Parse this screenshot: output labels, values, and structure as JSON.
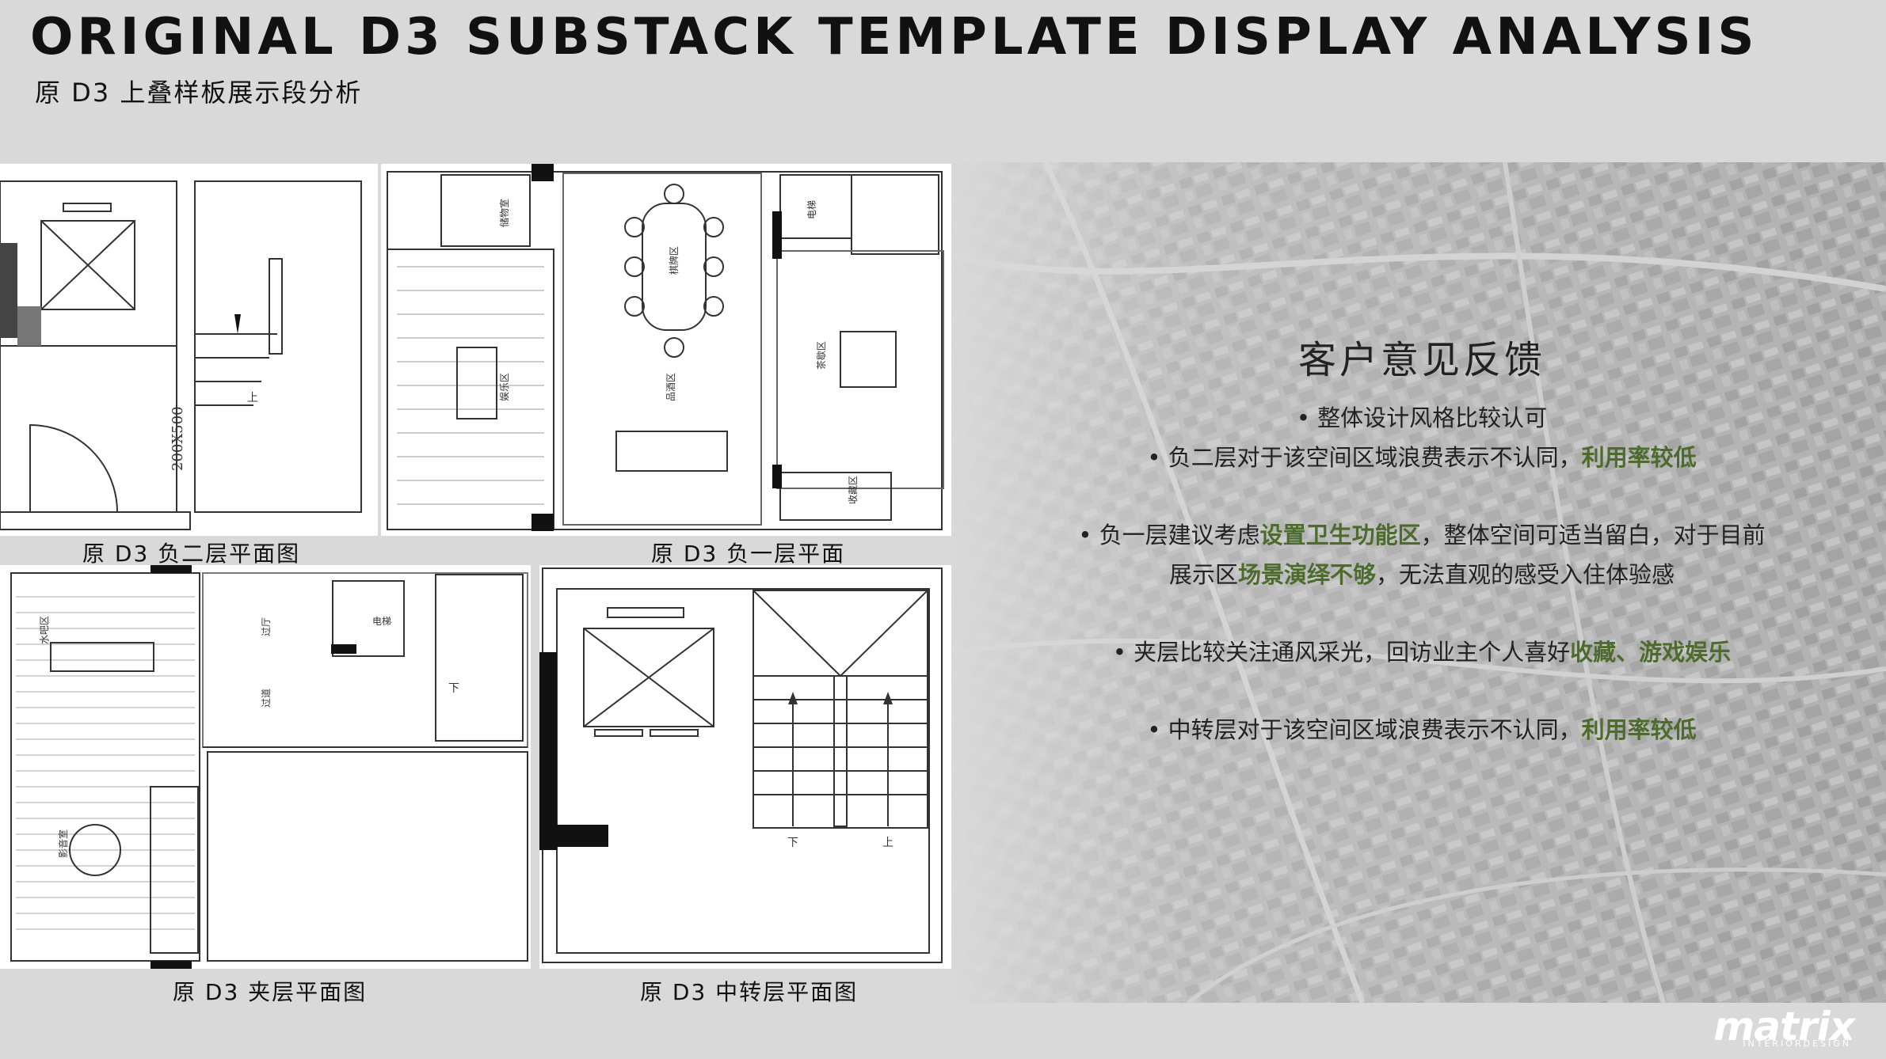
{
  "header": {
    "title_en": "ORIGINAL D3 SUBSTACK TEMPLATE DISPLAY ANALYSIS",
    "title_cn": "原 D3 上叠样板展示段分析"
  },
  "plans": [
    {
      "caption": "原 D3 负二层平面图",
      "labels": {
        "dim": "200X500",
        "up": "上"
      }
    },
    {
      "caption": "原 D3 负一层平面",
      "labels": {
        "storage": "储物室",
        "dining": "棋牌区",
        "game": "娱乐区",
        "kitchen": "品酒区",
        "elevator": "电梯",
        "lounge": "茶歇区",
        "closet": "收藏区"
      }
    },
    {
      "caption": "原 D3 夹层平面图",
      "labels": {
        "tea": "水吧区",
        "hall": "过厅",
        "corridor": "过道",
        "elevator": "电梯",
        "av": "影音室",
        "down": "下"
      }
    },
    {
      "caption": "原 D3 中转层平面图",
      "labels": {
        "down": "下",
        "up": "上"
      }
    }
  ],
  "feedback": {
    "title": "客户意见反馈",
    "items": [
      {
        "text": "• 整体设计风格比较认可"
      },
      {
        "text": "• 负二层对于该空间区域浪费表示不认同，",
        "highlight": "利用率较低"
      },
      {
        "line1_pre": "• 负一层建议考虑",
        "line1_hl": "设置卫生功能区",
        "line1_post": "，整体空间可适当留白，对于目前",
        "line2_pre": "展示区",
        "line2_hl": "场景演绎不够",
        "line2_post": "，无法直观的感受入住体验感"
      },
      {
        "text": "• 夹层比较关注通风采光，回访业主个人喜好",
        "highlight": "收藏、游戏娱乐"
      },
      {
        "text": "• 中转层对于该空间区域浪费表示不认同，",
        "highlight": "利用率较低"
      }
    ]
  },
  "logo": {
    "name": "matrix",
    "sub": "INTERIORDESIGN"
  },
  "colors": {
    "highlight": "#4d6b2c",
    "background": "#d9d9d9"
  }
}
